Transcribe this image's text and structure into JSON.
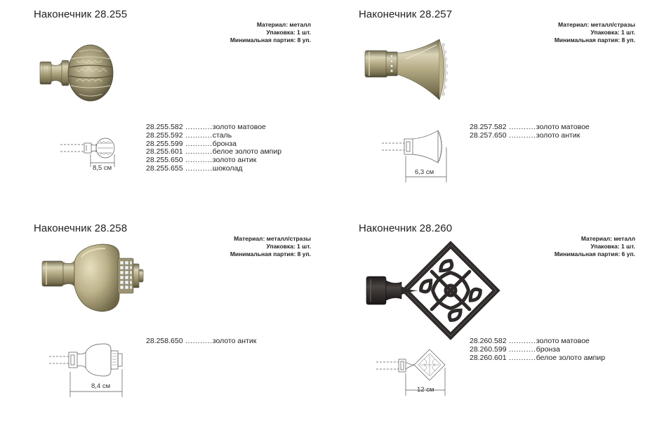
{
  "products": [
    {
      "title": "Наконечник 28.255",
      "specs": [
        "Материал: металл",
        "Упаковка: 1 шт.",
        "Минимальная партия: 8 уп."
      ],
      "variants": [
        {
          "code": "28.255.582",
          "dots": " ...........",
          "finish": "золото матовое"
        },
        {
          "code": "28.255.592",
          "dots": " ...........",
          "finish": "сталь"
        },
        {
          "code": "28.255.599",
          "dots": " ...........",
          "finish": "бронза"
        },
        {
          "code": "28.255.601",
          "dots": " ...........",
          "finish": "белое золото ампир"
        },
        {
          "code": "28.255.650",
          "dots": " ...........",
          "finish": "золото антик"
        },
        {
          "code": "28.255.655",
          "dots": " ...........",
          "finish": "шоколад"
        }
      ],
      "dimension": "8,5 см"
    },
    {
      "title": "Наконечник 28.257",
      "specs": [
        "Материал: металл/стразы",
        "Упаковка: 1 шт.",
        "Минимальная партия: 8 уп."
      ],
      "variants": [
        {
          "code": "28.257.582",
          "dots": " ...........",
          "finish": "золото матовое"
        },
        {
          "code": "28.257.650",
          "dots": " ...........",
          "finish": "золото антик"
        }
      ],
      "dimension": "6,3 см"
    },
    {
      "title": "Наконечник 28.258",
      "specs": [
        "Материал: металл/стразы",
        "Упаковка: 1 шт.",
        "Минимальная партия: 8 уп."
      ],
      "variants": [
        {
          "code": "28.258.650",
          "dots": " ...........",
          "finish": "золото антик"
        }
      ],
      "dimension": "8,4 см"
    },
    {
      "title": "Наконечник 28.260",
      "specs": [
        "Материал: металл",
        "Упаковка: 1 шт.",
        "Минимальная партия: 6 уп."
      ],
      "variants": [
        {
          "code": "28.260.582",
          "dots": " ...........",
          "finish": "золото матовое"
        },
        {
          "code": "28.260.599",
          "dots": " ...........",
          "finish": "бронза"
        },
        {
          "code": "28.260.601",
          "dots": " ...........",
          "finish": "белое золото ампир"
        }
      ],
      "dimension": "12 см"
    }
  ],
  "colors": {
    "brass_light": "#d8d2b4",
    "brass_mid": "#a9a07a",
    "brass_dark": "#6d6648",
    "iron": "#2f2b2a"
  }
}
